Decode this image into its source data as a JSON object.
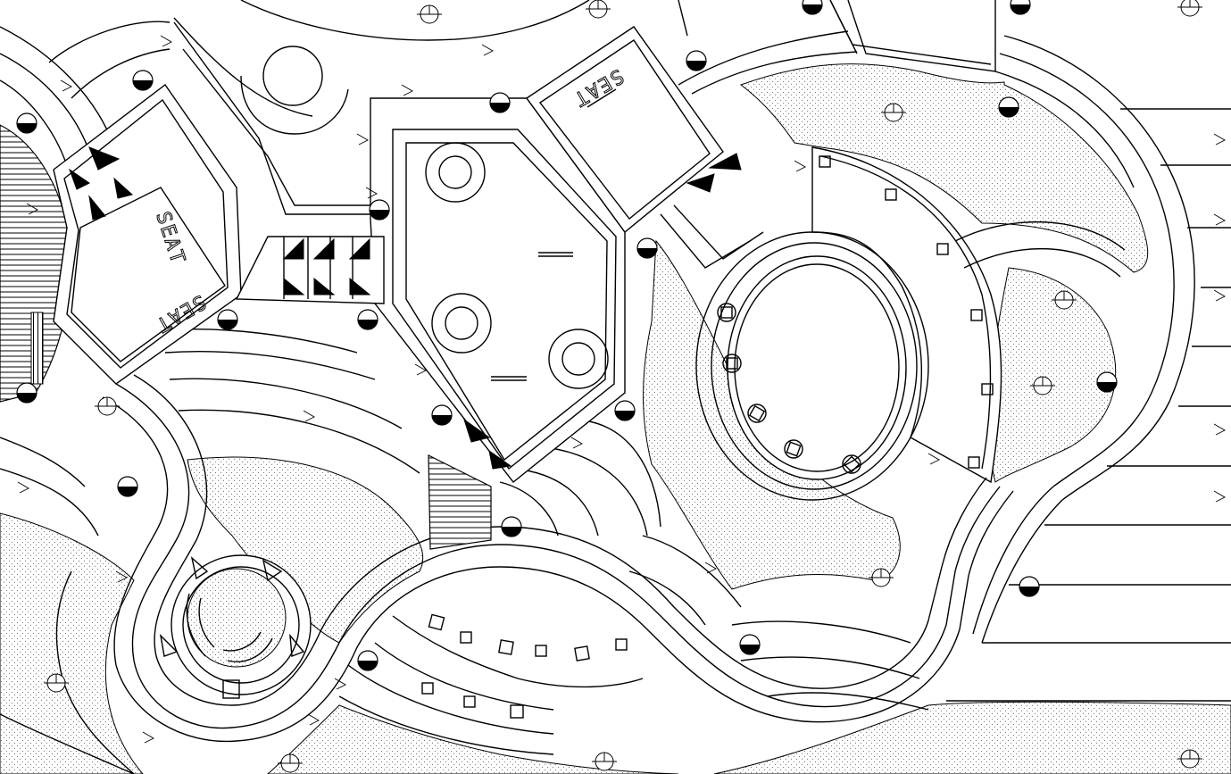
{
  "drawing": {
    "labels": [
      "SEAT",
      "SEAT",
      "SEAT"
    ],
    "colors": {
      "line": "#000000",
      "background": "#ffffff",
      "stipple": "#555555"
    }
  }
}
